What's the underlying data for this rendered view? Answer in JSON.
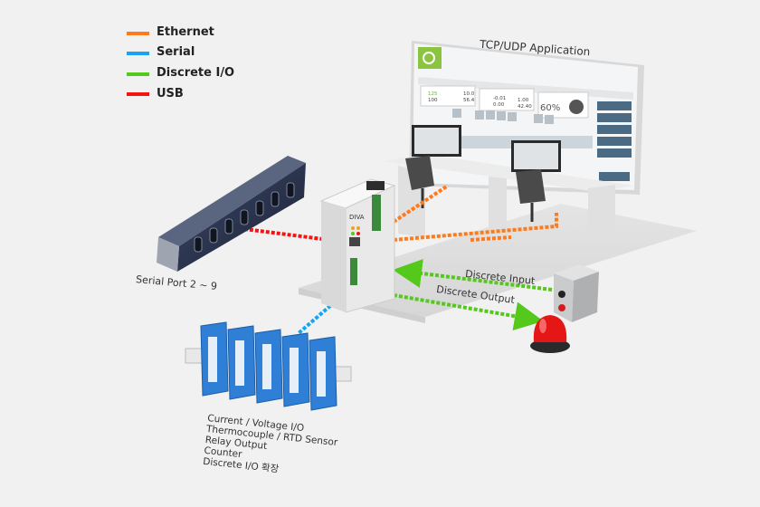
{
  "legend": [
    {
      "label": "Ethernet",
      "color": "#ff7a1a"
    },
    {
      "label": "Serial",
      "color": "#1aa3f0"
    },
    {
      "label": "Discrete I/O",
      "color": "#55c81c"
    },
    {
      "label": "USB",
      "color": "#f21414"
    }
  ],
  "labels": {
    "tcp_udp": "TCP/UDP Application",
    "serial_port": "Serial Port 2 ~ 9",
    "discrete_input": "Discrete Input",
    "discrete_output": "Discrete Output",
    "device": "DIVA"
  },
  "io_modules": [
    "Current / Voltage I/O",
    "Thermocouple / RTD Sensor",
    "Relay Output",
    "Counter",
    "Discrete I/O 확장"
  ],
  "screen_values": {
    "a": "125",
    "b": "100",
    "c": "10.0",
    "d": "56.4",
    "e": "-0.01",
    "f": "0.00",
    "g": "1.00",
    "h": "42.40",
    "pct": "60%"
  }
}
